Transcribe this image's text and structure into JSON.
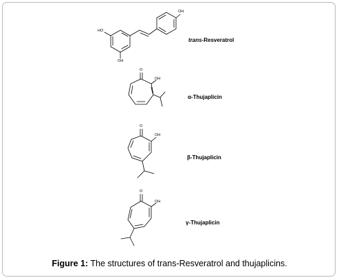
{
  "figure": {
    "caption_label": "Figure 1:",
    "caption_text": " The structures of trans-Resveratrol and thujaplicins."
  },
  "compounds": [
    {
      "prefix": "trans",
      "name": "-Resveratrol",
      "atoms": [
        "HO",
        "OH",
        "OH"
      ]
    },
    {
      "prefix": "",
      "name": "α-Thujaplicin",
      "atoms": [
        "O",
        "OH"
      ]
    },
    {
      "prefix": "",
      "name": "β-Thujaplicin",
      "atoms": [
        "O",
        "OH"
      ]
    },
    {
      "prefix": "",
      "name": "γ-Thujaplicin",
      "atoms": [
        "O",
        "OH"
      ]
    }
  ]
}
